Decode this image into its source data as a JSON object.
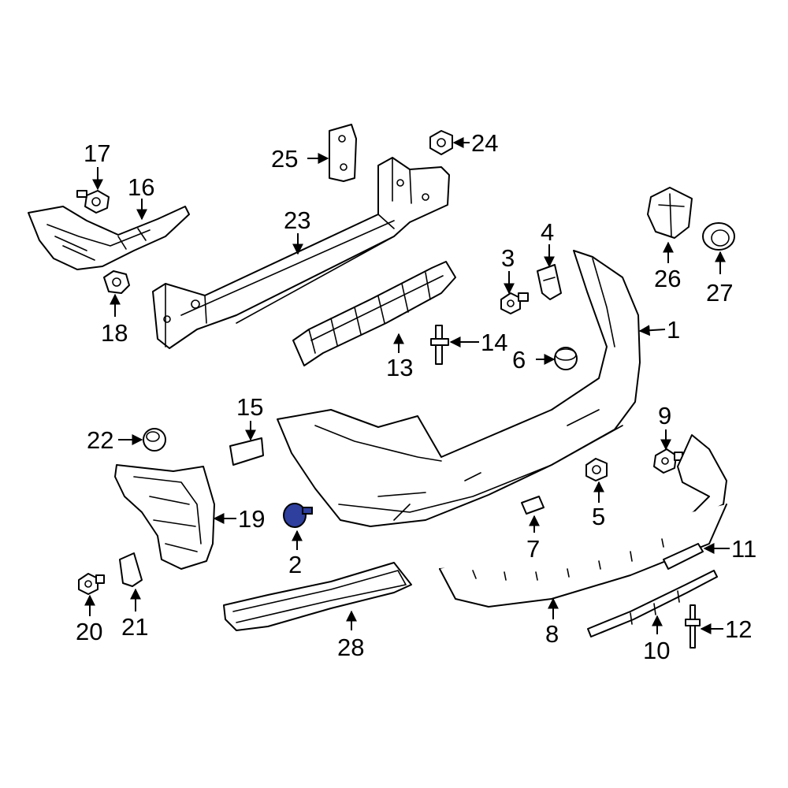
{
  "diagram": {
    "highlight_color": "#2e3f9e",
    "highlighted_part": "2",
    "callouts": {
      "c1": "1",
      "c2": "2",
      "c3": "3",
      "c4": "4",
      "c5": "5",
      "c6": "6",
      "c7": "7",
      "c8": "8",
      "c9": "9",
      "c10": "10",
      "c11": "11",
      "c12": "12",
      "c13": "13",
      "c14": "14",
      "c15": "15",
      "c16": "16",
      "c17": "17",
      "c18": "18",
      "c19": "19",
      "c20": "20",
      "c21": "21",
      "c22": "22",
      "c23": "23",
      "c24": "24",
      "c25": "25",
      "c26": "26",
      "c27": "27",
      "c28": "28"
    }
  }
}
